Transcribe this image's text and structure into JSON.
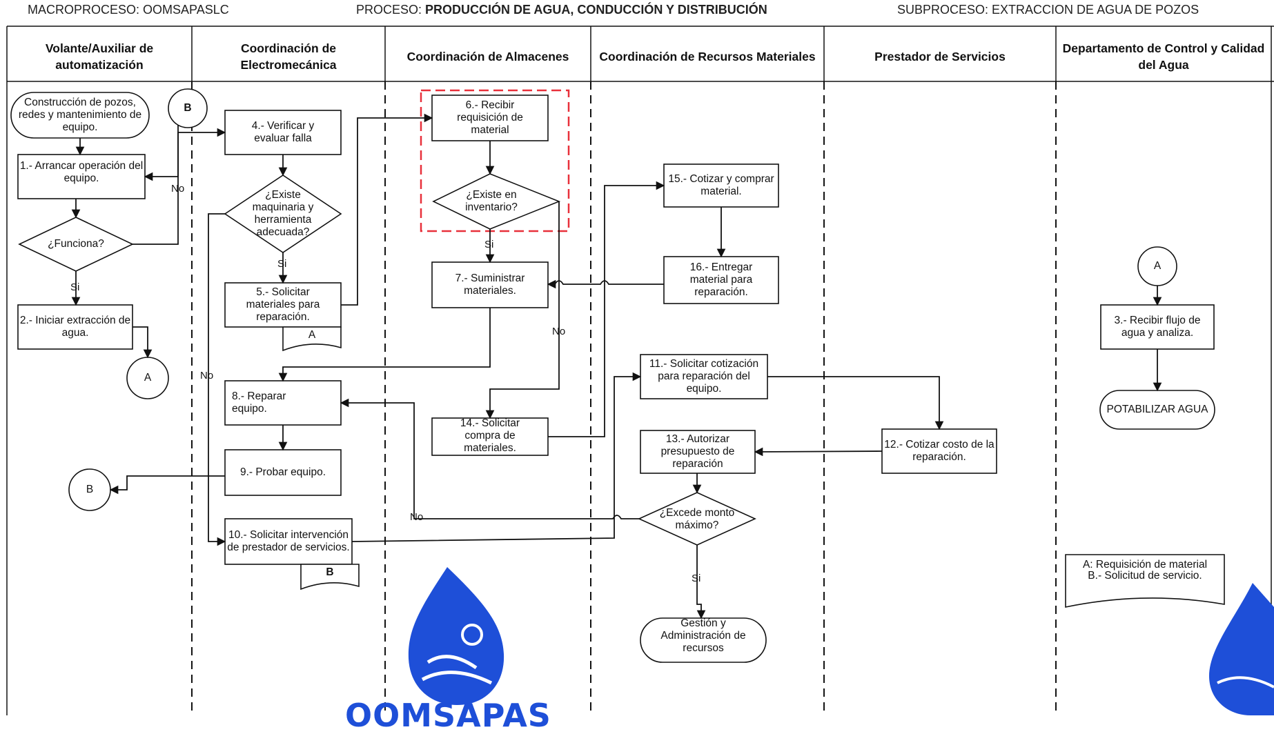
{
  "header": {
    "macro_label": "MACROPROCESO:",
    "macro_value": "OOMSAPASLC",
    "proceso_label": "PROCESO:",
    "proceso_value": "PRODUCCIÓN DE AGUA, CONDUCCIÓN Y DISTRIBUCIÓN",
    "subproceso_label": "SUBPROCESO:",
    "subproceso_value": "EXTRACCION DE AGUA DE POZOS"
  },
  "lanes": [
    "Volante/Auxiliar de automatización",
    "Coordinación de Electromecánica",
    "Coordinación de Almacenes",
    "Coordinación de Recursos Materiales",
    "Prestador de Servicios",
    "Departamento de Control y Calidad del Agua"
  ],
  "nodes": {
    "start": "Construcción de pozos, redes y mantenimiento de equipo.",
    "n1": "1.- Arrancar operación del equipo.",
    "funciona": "¿Funciona?",
    "n2": "2.- Iniciar extracción de agua.",
    "n4": "4.- Verificar y evaluar falla",
    "existe_maq": "¿Existe maquinaria y herramienta adecuada?",
    "n5": "5.- Solicitar materiales para reparación.",
    "n8": "8.- Reparar equipo.",
    "n9": "9.- Probar equipo.",
    "n10": "10.- Solicitar intervención de prestador de servicios.",
    "n6": "6.- Recibir requisición de material",
    "existe_inv": "¿Existe en inventario?",
    "n7": "7.- Suministrar materiales.",
    "n14": "14.- Solicitar compra de materiales.",
    "n15": "15.- Cotizar y comprar material.",
    "n16": "16.- Entregar material para reparación.",
    "n11": "11.- Solicitar cotización para reparación del equipo.",
    "n13": "13.- Autorizar presupuesto de reparación",
    "excede": "¿Excede monto máximo?",
    "gestion": "Gestión y Administración de recursos",
    "n12": "12.- Cotizar costo de la reparación.",
    "n3": "3.- Recibir flujo de agua y analiza.",
    "potabilizar": "POTABILIZAR AGUA",
    "legend_line1": "A: Requisición de material",
    "legend_line2": "B.- Solicitud de servicio."
  },
  "connectors": {
    "a": "A",
    "b": "B"
  },
  "flow_labels": {
    "yes": "Si",
    "no": "No"
  },
  "logo_text": "OOMSAPAS",
  "colors": {
    "line": "#111111",
    "highlight": "#e8303a",
    "logo_blue": "#1e4fd8"
  }
}
